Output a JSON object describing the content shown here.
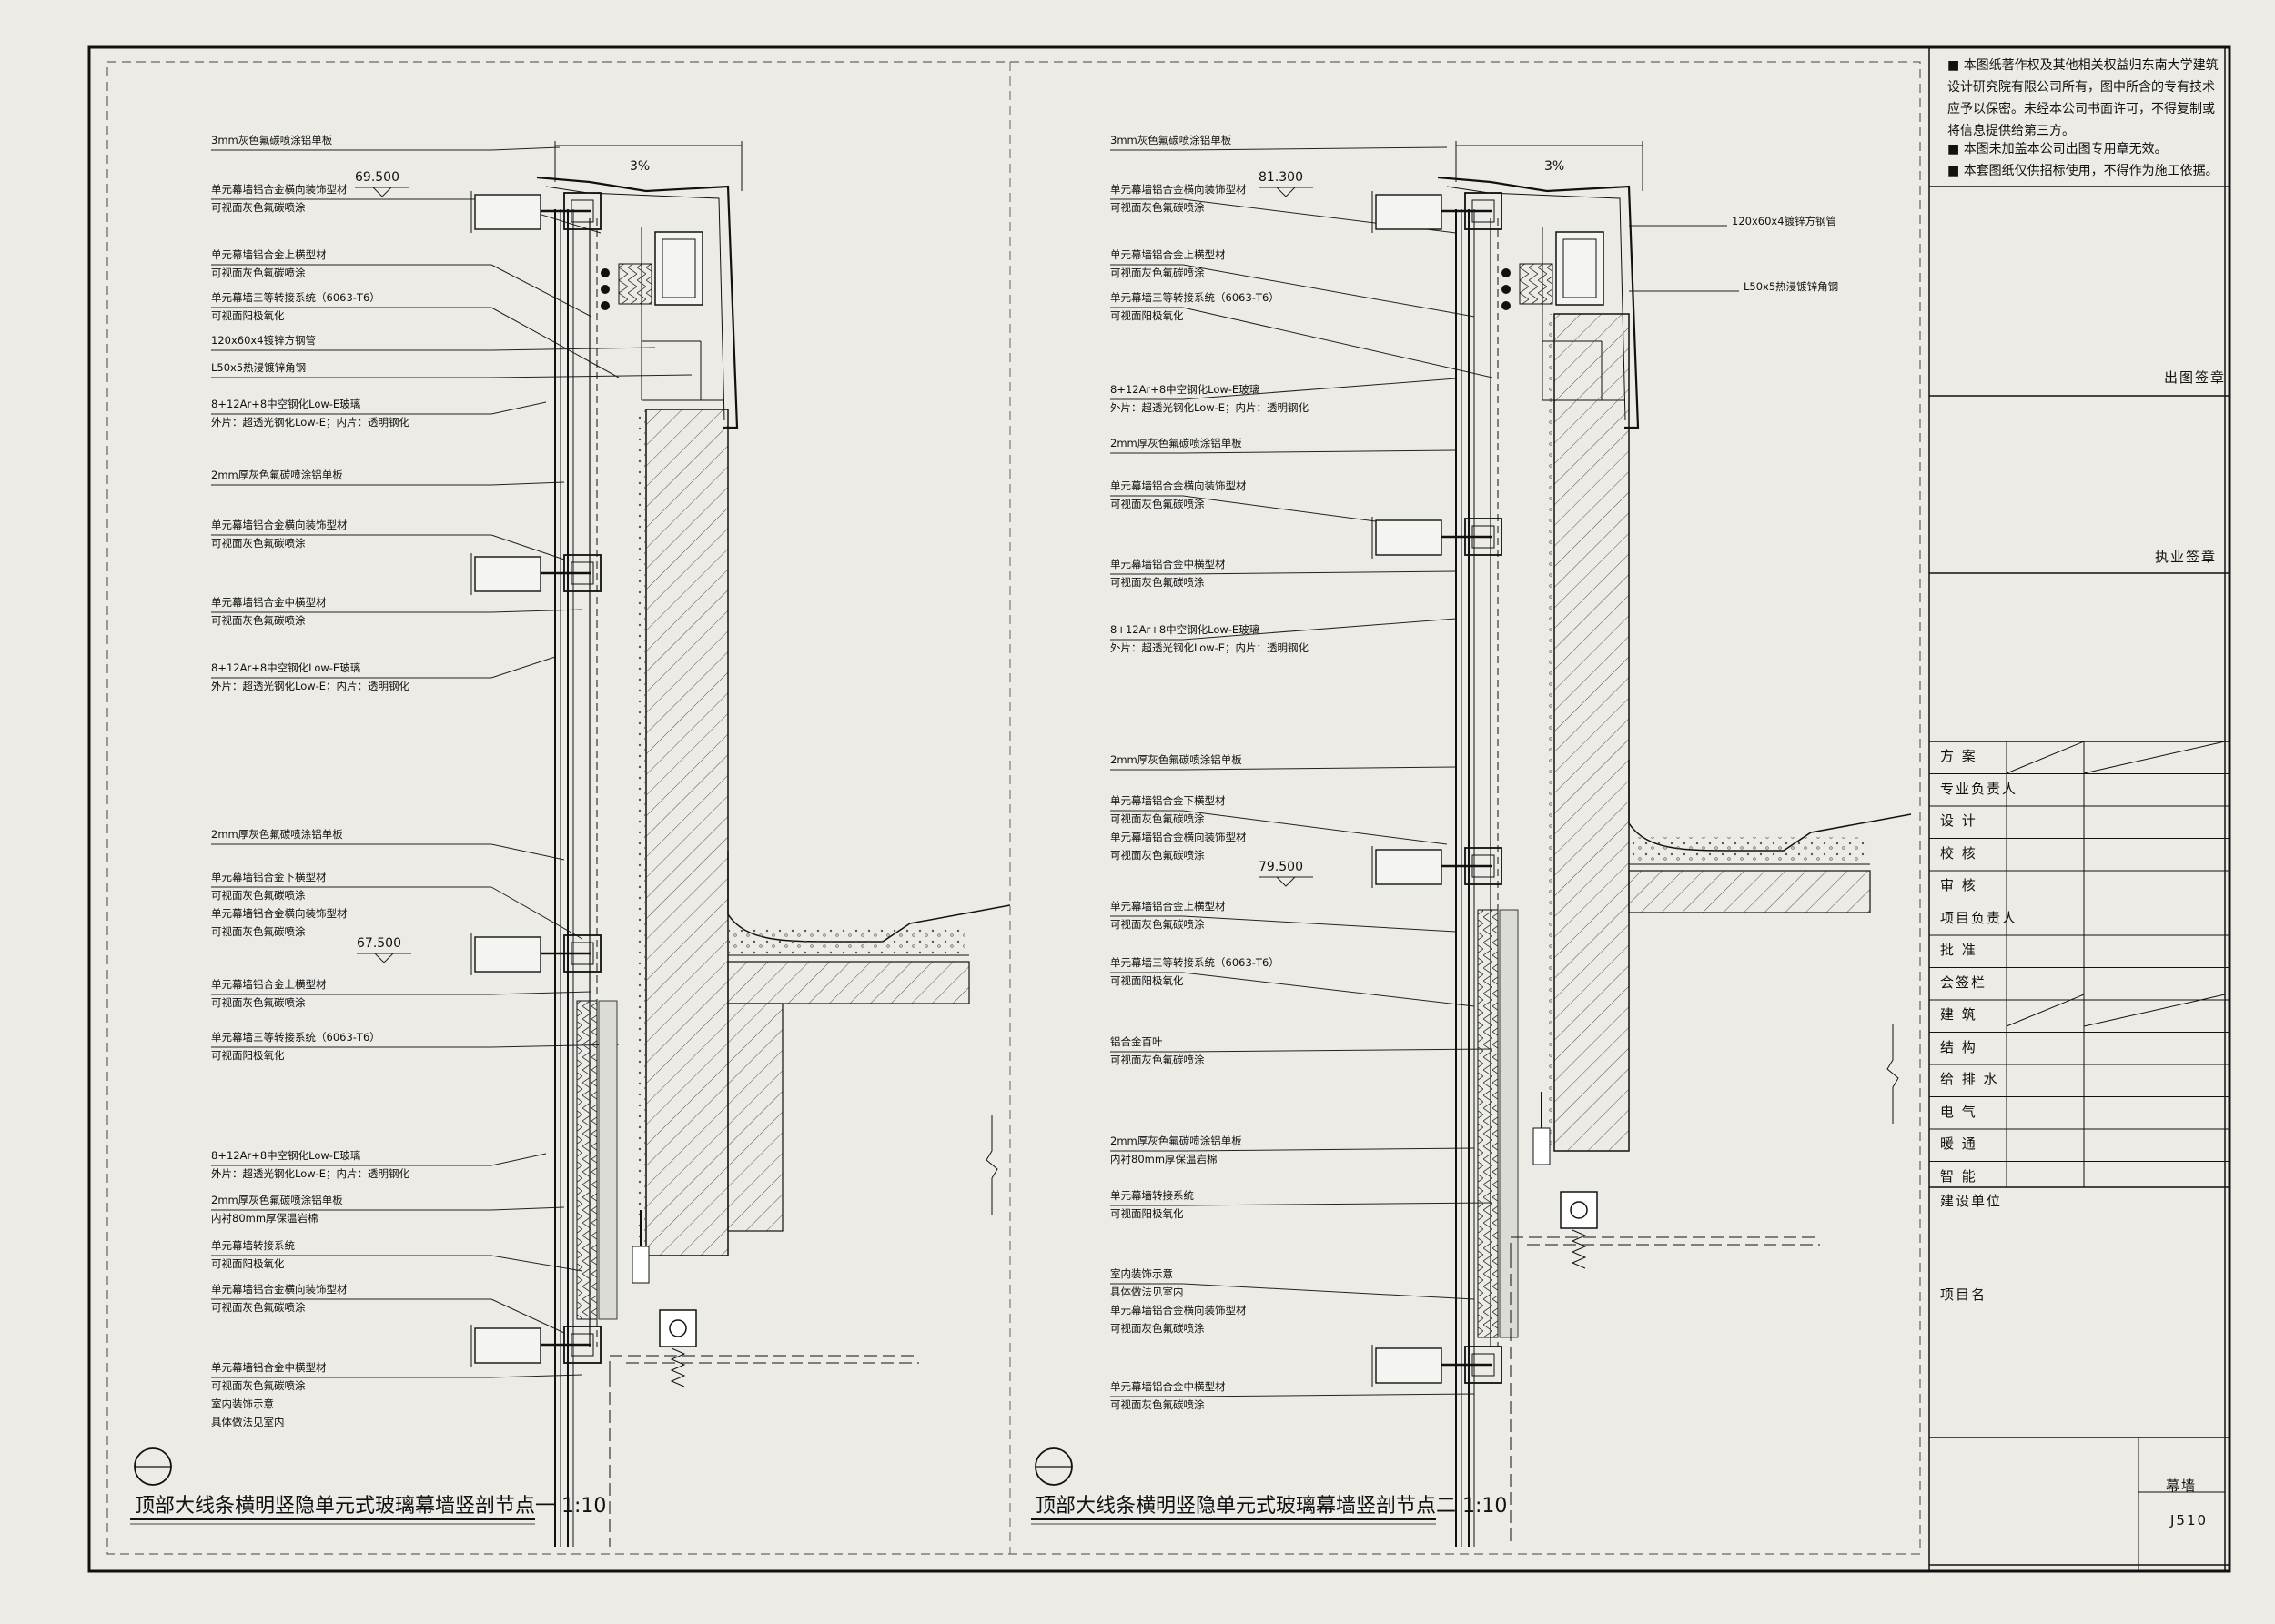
{
  "drawing": {
    "title_left": "顶部大线条横明竖隐单元式玻璃幕墙竖剖节点一 1:10",
    "title_right": "顶部大线条横明竖隐单元式玻璃幕墙竖剖节点二 1:10",
    "left": {
      "labels": [
        [
          "3mm灰色氟碳喷涂铝单板"
        ],
        [
          "单元幕墙铝合金横向装饰型材",
          "可视面灰色氟碳喷涂"
        ],
        [
          "单元幕墙铝合金上横型材",
          "可视面灰色氟碳喷涂"
        ],
        [
          "单元幕墙三等转接系统（6063-T6）",
          "可视面阳极氧化"
        ],
        [
          "120x60x4镀锌方钢管"
        ],
        [
          "L50x5热浸镀锌角钢"
        ],
        [
          "8+12Ar+8中空钢化Low-E玻璃",
          "外片：超透光钢化Low-E；内片：透明钢化"
        ],
        [
          "2mm厚灰色氟碳喷涂铝单板"
        ],
        [
          "单元幕墙铝合金横向装饰型材",
          "可视面灰色氟碳喷涂"
        ],
        [
          "单元幕墙铝合金中横型材",
          "可视面灰色氟碳喷涂"
        ],
        [
          "8+12Ar+8中空钢化Low-E玻璃",
          "外片：超透光钢化Low-E；内片：透明钢化"
        ],
        [
          "2mm厚灰色氟碳喷涂铝单板"
        ],
        [
          "单元幕墙铝合金下横型材",
          "可视面灰色氟碳喷涂",
          "单元幕墙铝合金横向装饰型材",
          "可视面灰色氟碳喷涂"
        ],
        [
          "单元幕墙铝合金上横型材",
          "可视面灰色氟碳喷涂"
        ],
        [
          "单元幕墙三等转接系统（6063-T6）",
          "可视面阳极氧化"
        ],
        [
          "8+12Ar+8中空钢化Low-E玻璃",
          "外片：超透光钢化Low-E；内片：透明钢化"
        ],
        [
          "2mm厚灰色氟碳喷涂铝单板",
          "内衬80mm厚保温岩棉"
        ],
        [
          "单元幕墙转接系统",
          "可视面阳极氧化"
        ],
        [
          "单元幕墙铝合金横向装饰型材",
          "可视面灰色氟碳喷涂"
        ],
        [
          "单元幕墙铝合金中横型材",
          "可视面灰色氟碳喷涂",
          "室内装饰示意",
          "具体做法见室内"
        ]
      ],
      "dims": [
        "69.500",
        "3%",
        "67.500"
      ]
    },
    "right": {
      "labels": [
        [
          "3mm灰色氟碳喷涂铝单板"
        ],
        [
          "单元幕墙铝合金横向装饰型材",
          "可视面灰色氟碳喷涂"
        ],
        [
          "单元幕墙铝合金上横型材",
          "可视面灰色氟碳喷涂"
        ],
        [
          "单元幕墙三等转接系统（6063-T6）",
          "可视面阳极氧化"
        ],
        [
          "8+12Ar+8中空钢化Low-E玻璃",
          "外片：超透光钢化Low-E；内片：透明钢化"
        ],
        [
          "2mm厚灰色氟碳喷涂铝单板"
        ],
        [
          "单元幕墙铝合金横向装饰型材",
          "可视面灰色氟碳喷涂"
        ],
        [
          "单元幕墙铝合金中横型材",
          "可视面灰色氟碳喷涂"
        ],
        [
          "8+12Ar+8中空钢化Low-E玻璃",
          "外片：超透光钢化Low-E；内片：透明钢化"
        ],
        [
          "2mm厚灰色氟碳喷涂铝单板"
        ],
        [
          "单元幕墙铝合金下横型材",
          "可视面灰色氟碳喷涂",
          "单元幕墙铝合金横向装饰型材",
          "可视面灰色氟碳喷涂"
        ],
        [
          "单元幕墙铝合金上横型材",
          "可视面灰色氟碳喷涂"
        ],
        [
          "单元幕墙三等转接系统（6063-T6）",
          "可视面阳极氧化"
        ],
        [
          "铝合金百叶",
          "可视面灰色氟碳喷涂"
        ],
        [
          "2mm厚灰色氟碳喷涂铝单板",
          "内衬80mm厚保温岩棉"
        ],
        [
          "单元幕墙转接系统",
          "可视面阳极氧化"
        ],
        [
          "室内装饰示意",
          "具体做法见室内",
          "单元幕墙铝合金横向装饰型材",
          "可视面灰色氟碳喷涂"
        ],
        [
          "单元幕墙铝合金中横型材",
          "可视面灰色氟碳喷涂"
        ]
      ],
      "side_labels": [
        "120x60x4镀锌方钢管",
        "L50x5热浸镀锌角钢"
      ],
      "dims": [
        "81.300",
        "3%",
        "79.500"
      ]
    }
  },
  "title_block": {
    "notes": [
      "本图纸著作权及其他相关权益归东南大学建筑设计研究院有限公司所有，图中所含的专有技术应予以保密。未经本公司书面许可，不得复制或将信息提供给第三方。",
      "本图未加盖本公司出图专用章无效。",
      "本套图纸仅供招标使用，不得作为施工依据。"
    ],
    "stamp1": "出图签章",
    "stamp2": "执业签章",
    "roles": [
      "方 案",
      "专业负责人",
      "设 计",
      "校 核",
      "审 核",
      "项目负责人",
      "批 准",
      "会签栏",
      "建 筑",
      "结 构",
      "给 排 水",
      "电 气",
      "暖 通",
      "智 能"
    ],
    "client_label": "建设单位",
    "project_label": "项目名",
    "discipline": "幕墙",
    "sheet_no": "J510"
  }
}
